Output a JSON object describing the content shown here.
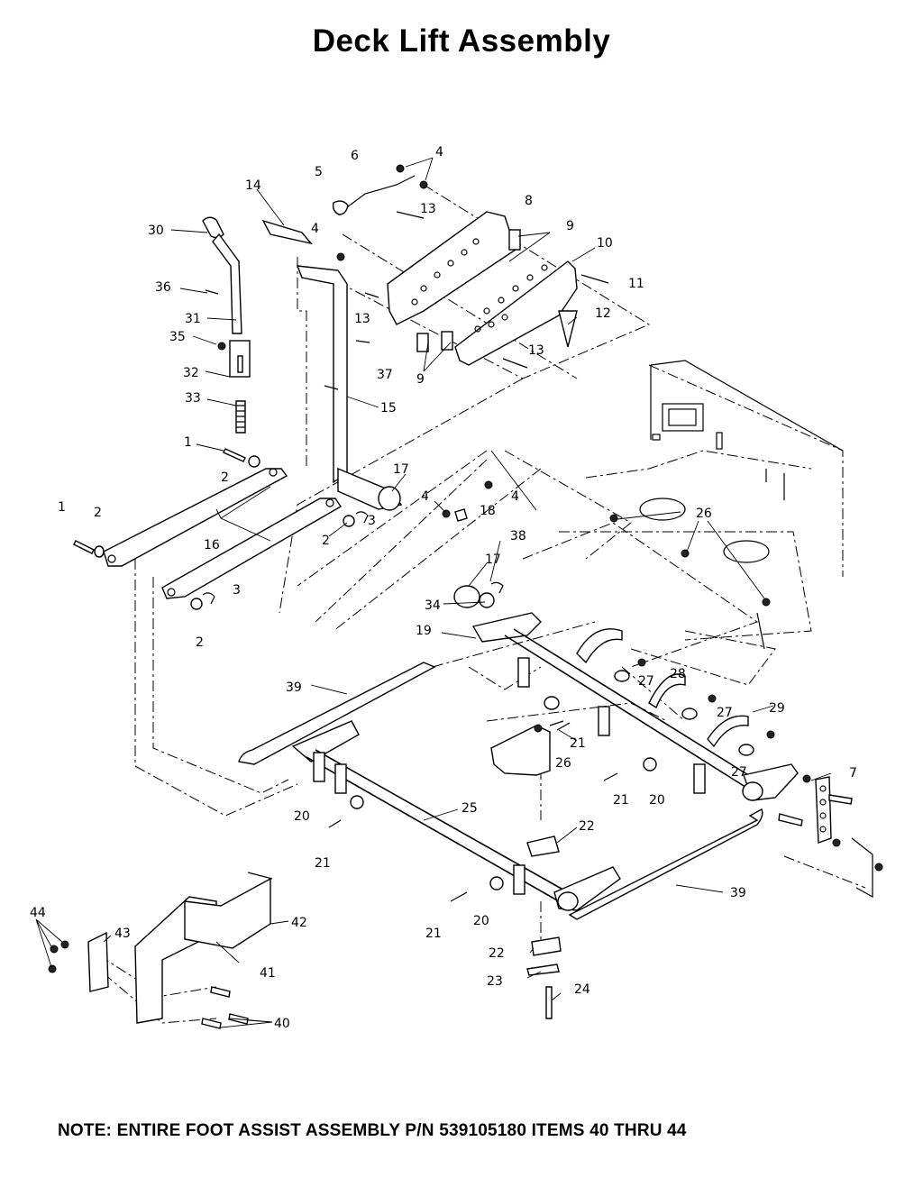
{
  "title": "Deck Lift Assembly",
  "note": "NOTE: ENTIRE FOOT ASSIST ASSEMBLY P/N 539105180 ITEMS 40 THRU 44",
  "callouts": [
    {
      "id": "c6",
      "text": "6"
    },
    {
      "id": "c4a",
      "text": "4"
    },
    {
      "id": "c5",
      "text": "5"
    },
    {
      "id": "c13a",
      "text": "13"
    },
    {
      "id": "c8",
      "text": "8"
    },
    {
      "id": "c14",
      "text": "14"
    },
    {
      "id": "c9a",
      "text": "9"
    },
    {
      "id": "c30",
      "text": "30"
    },
    {
      "id": "c4b",
      "text": "4"
    },
    {
      "id": "c10",
      "text": "10"
    },
    {
      "id": "c11",
      "text": "11"
    },
    {
      "id": "c36",
      "text": "36"
    },
    {
      "id": "c13b",
      "text": "13"
    },
    {
      "id": "c12",
      "text": "12"
    },
    {
      "id": "c31",
      "text": "31"
    },
    {
      "id": "c35",
      "text": "35"
    },
    {
      "id": "c37",
      "text": "37"
    },
    {
      "id": "c9b",
      "text": "9"
    },
    {
      "id": "c13c",
      "text": "13"
    },
    {
      "id": "c32",
      "text": "32"
    },
    {
      "id": "c33",
      "text": "33"
    },
    {
      "id": "c15",
      "text": "15"
    },
    {
      "id": "c1a",
      "text": "1"
    },
    {
      "id": "c2a",
      "text": "2"
    },
    {
      "id": "c17a",
      "text": "17"
    },
    {
      "id": "c4c",
      "text": "4"
    },
    {
      "id": "c4d",
      "text": "4"
    },
    {
      "id": "c1b",
      "text": "1"
    },
    {
      "id": "c2b",
      "text": "2"
    },
    {
      "id": "c3a",
      "text": "3"
    },
    {
      "id": "c18",
      "text": "18"
    },
    {
      "id": "c26a",
      "text": "26"
    },
    {
      "id": "c16",
      "text": "16"
    },
    {
      "id": "c2c",
      "text": "2"
    },
    {
      "id": "c38",
      "text": "38"
    },
    {
      "id": "c3b",
      "text": "3"
    },
    {
      "id": "c17b",
      "text": "17"
    },
    {
      "id": "c2d",
      "text": "2"
    },
    {
      "id": "c34",
      "text": "34"
    },
    {
      "id": "c19",
      "text": "19"
    },
    {
      "id": "c39a",
      "text": "39"
    },
    {
      "id": "c27a",
      "text": "27"
    },
    {
      "id": "c28",
      "text": "28"
    },
    {
      "id": "c27b",
      "text": "27"
    },
    {
      "id": "c29",
      "text": "29"
    },
    {
      "id": "c21a",
      "text": "21"
    },
    {
      "id": "c26b",
      "text": "26"
    },
    {
      "id": "c7",
      "text": "7"
    },
    {
      "id": "c27c",
      "text": "27"
    },
    {
      "id": "c21b",
      "text": "21"
    },
    {
      "id": "c20a",
      "text": "20"
    },
    {
      "id": "c25",
      "text": "25"
    },
    {
      "id": "c20b",
      "text": "20"
    },
    {
      "id": "c22a",
      "text": "22"
    },
    {
      "id": "c21c",
      "text": "21"
    },
    {
      "id": "c39b",
      "text": "39"
    },
    {
      "id": "c44",
      "text": "44"
    },
    {
      "id": "c43",
      "text": "43"
    },
    {
      "id": "c42",
      "text": "42"
    },
    {
      "id": "c21d",
      "text": "21"
    },
    {
      "id": "c20c",
      "text": "20"
    },
    {
      "id": "c22b",
      "text": "22"
    },
    {
      "id": "c41",
      "text": "41"
    },
    {
      "id": "c23",
      "text": "23"
    },
    {
      "id": "c24",
      "text": "24"
    },
    {
      "id": "c40",
      "text": "40"
    }
  ]
}
